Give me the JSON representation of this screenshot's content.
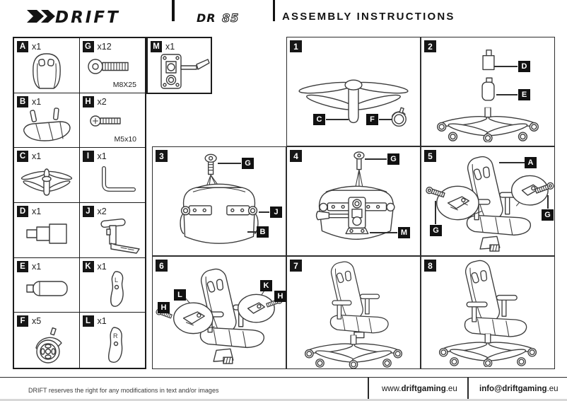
{
  "header": {
    "brand": "DRIFT",
    "model": {
      "prefix": "DR",
      "suffix": "85"
    },
    "title": "ASSEMBLY INSTRUCTIONS"
  },
  "parts": [
    {
      "id": "A",
      "qty": "x1",
      "name": "backrest"
    },
    {
      "id": "G",
      "qty": "x12",
      "name": "screw",
      "caption": "M8X25"
    },
    {
      "id": "B",
      "qty": "x1",
      "name": "seat base"
    },
    {
      "id": "H",
      "qty": "x2",
      "name": "screw",
      "caption": "M5x10"
    },
    {
      "id": "C",
      "qty": "x1",
      "name": "five-star base"
    },
    {
      "id": "I",
      "qty": "x1",
      "name": "allen key"
    },
    {
      "id": "D",
      "qty": "x1",
      "name": "gas lift"
    },
    {
      "id": "J",
      "qty": "x2",
      "name": "armrest"
    },
    {
      "id": "E",
      "qty": "x1",
      "name": "gas lift cover"
    },
    {
      "id": "K",
      "qty": "x1",
      "name": "side cover left",
      "marking": "L"
    },
    {
      "id": "F",
      "qty": "x5",
      "name": "caster wheel"
    },
    {
      "id": "L",
      "qty": "x1",
      "name": "side cover right",
      "marking": "R"
    },
    {
      "id": "M",
      "qty": "x1",
      "name": "tilt mechanism"
    }
  ],
  "steps": [
    {
      "number": "1",
      "labels": [
        "C",
        "F"
      ]
    },
    {
      "number": "2",
      "labels": [
        "D",
        "E"
      ]
    },
    {
      "number": "3",
      "labels": [
        "G",
        "J",
        "B"
      ]
    },
    {
      "number": "4",
      "labels": [
        "G",
        "M"
      ]
    },
    {
      "number": "5",
      "labels": [
        "A",
        "G",
        "G"
      ]
    },
    {
      "number": "6",
      "labels": [
        "L",
        "H",
        "K",
        "H"
      ]
    },
    {
      "number": "7",
      "labels": []
    },
    {
      "number": "8",
      "labels": []
    }
  ],
  "footer": {
    "disclaimer": "DRIFT reserves the right for any modifications in text and/or images",
    "website": {
      "prefix": "www.",
      "bold": "driftgaming",
      "suffix": ".eu"
    },
    "email": {
      "bold": "info@driftgaming",
      "suffix": ".eu"
    }
  },
  "colors": {
    "ink": "#111111",
    "line": "#3c3c3c"
  }
}
